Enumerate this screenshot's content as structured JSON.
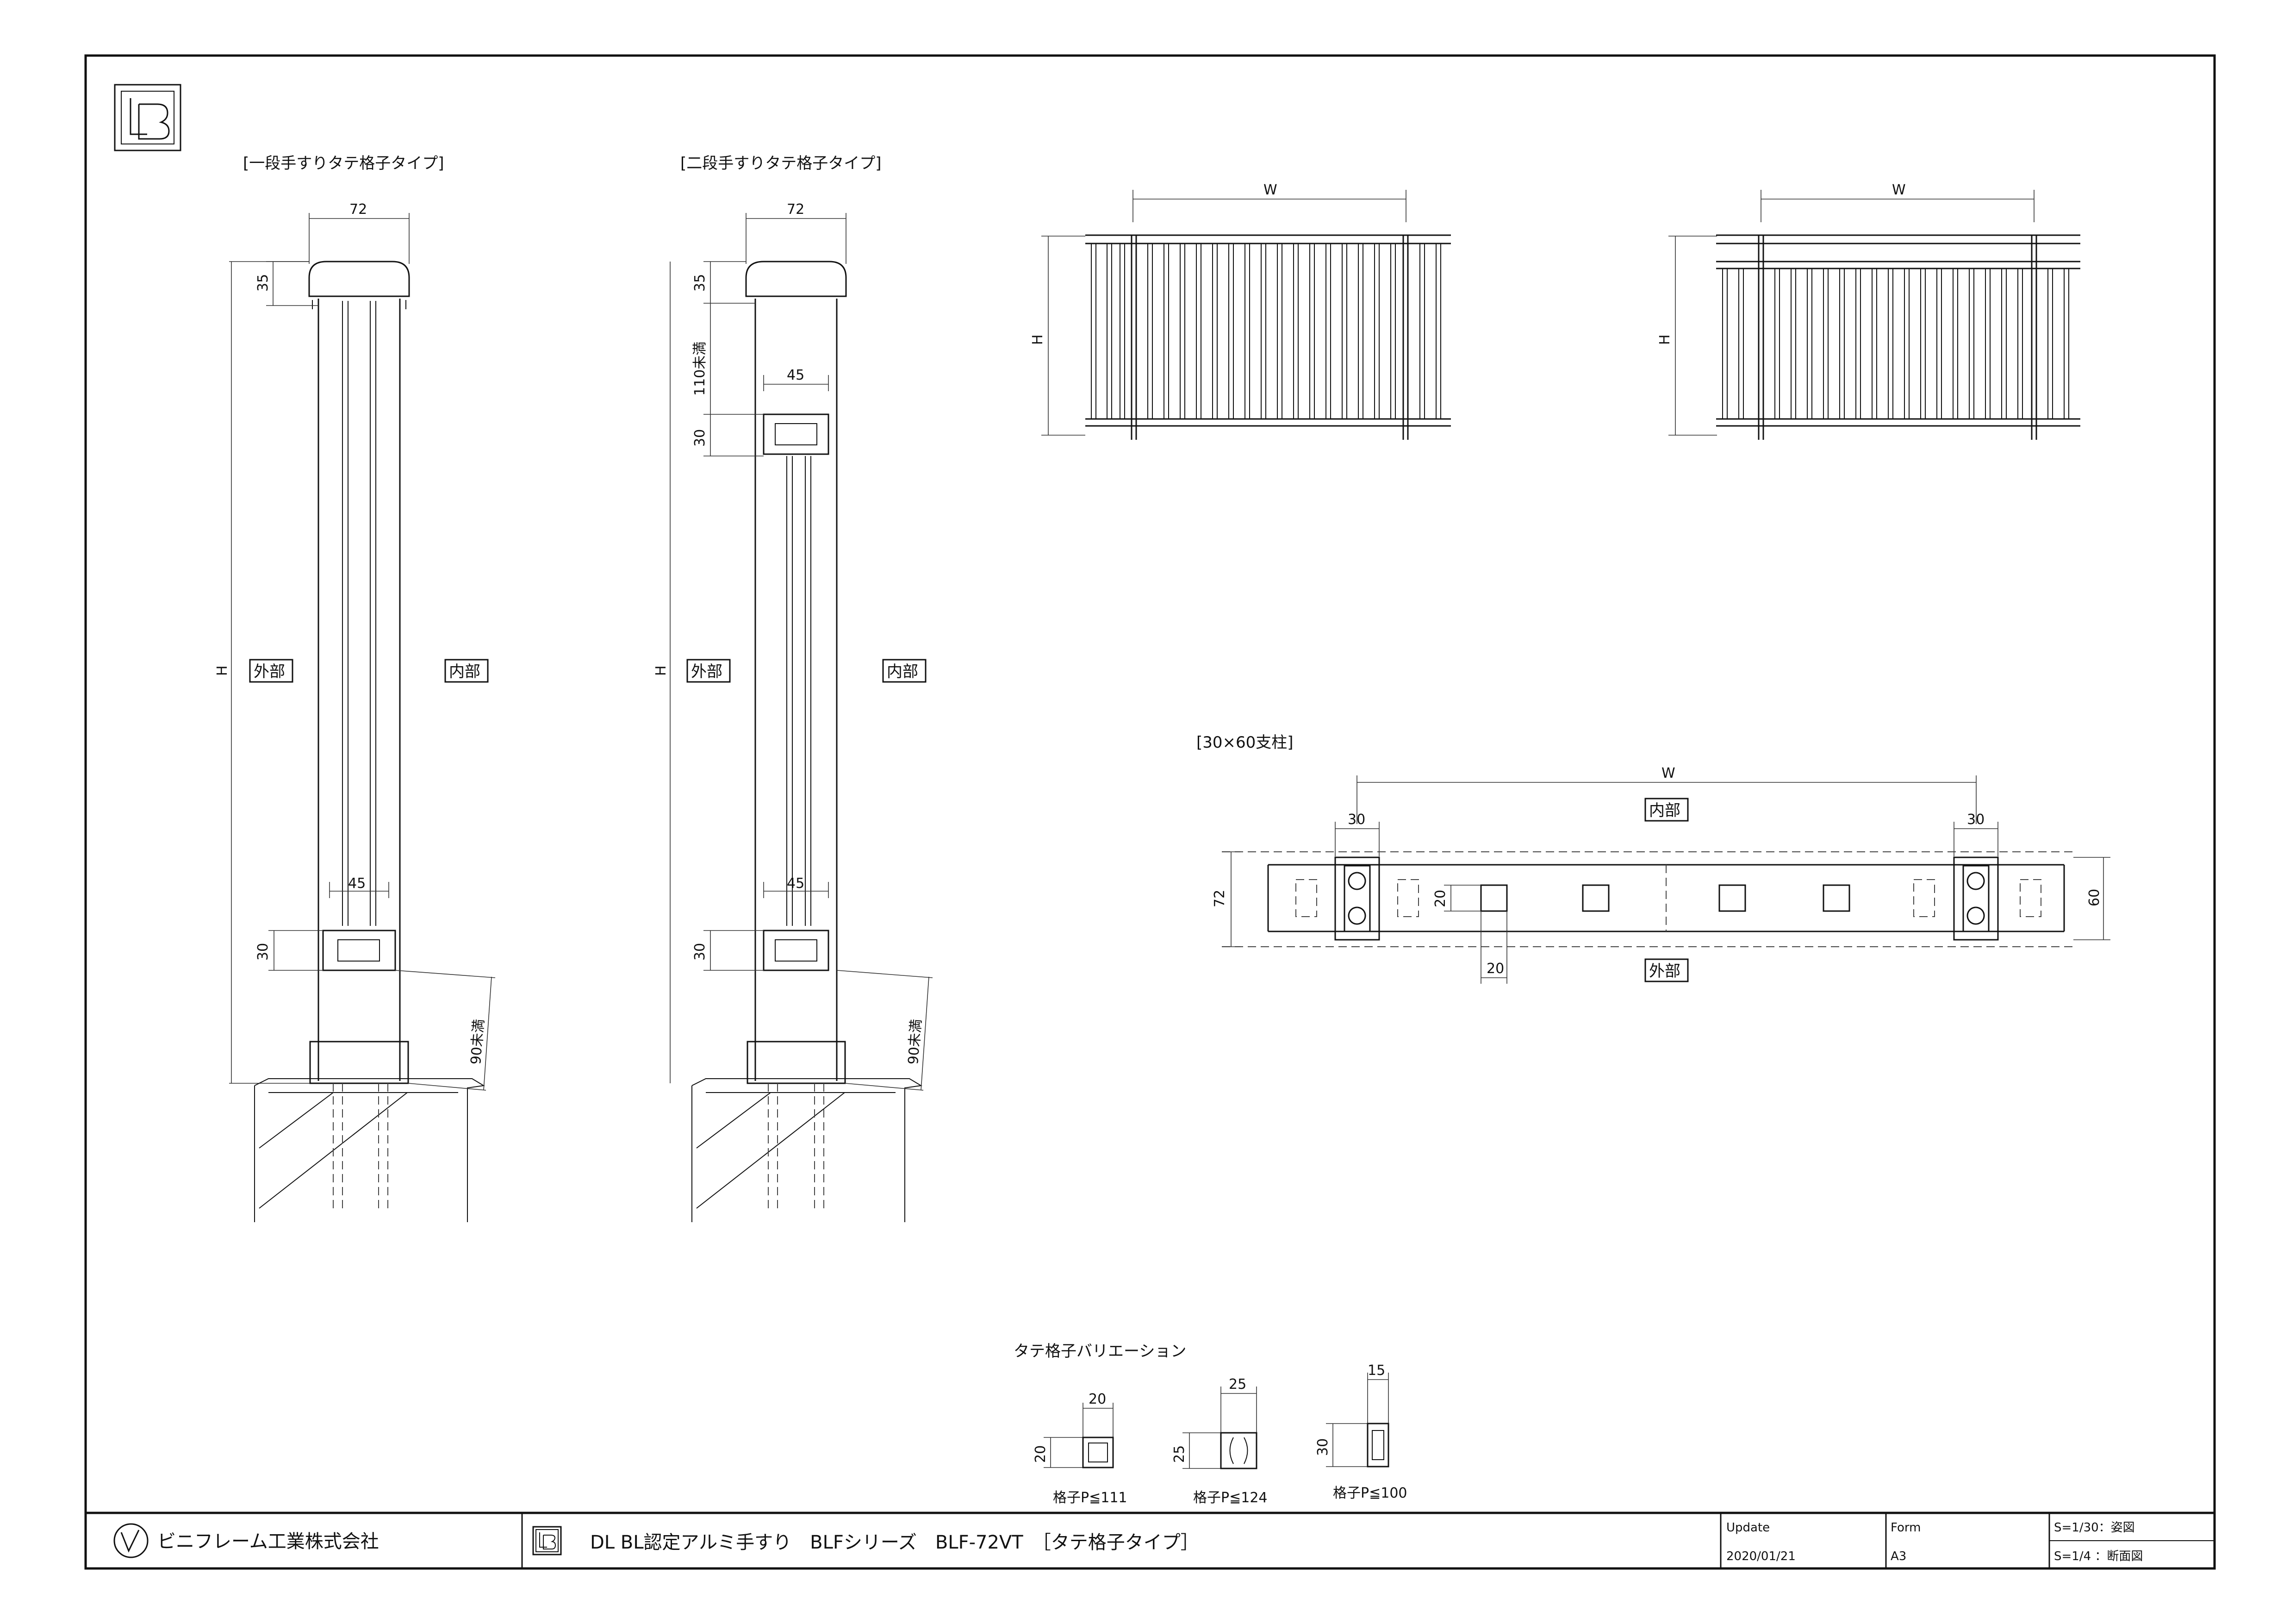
{
  "views": {
    "single": {
      "title": "[一段手すりタテ格子タイプ]",
      "top_width": "72",
      "cap_height": "35",
      "height": "H",
      "rail_width": "45",
      "rail_height": "30",
      "anchor": "90未満",
      "outer": "外部",
      "inner": "内部"
    },
    "double": {
      "title": "[二段手すりタテ格子タイプ]",
      "top_width": "72",
      "cap_height": "35",
      "gap": "110未満",
      "rail_width": "45",
      "rail_height": "30",
      "height": "H",
      "bottom_rail_width": "45",
      "bottom_rail_height": "30",
      "anchor": "90未満",
      "outer": "外部",
      "inner": "内部"
    },
    "elev1": {
      "width": "W",
      "height": "H"
    },
    "elev2": {
      "width": "W",
      "height": "H"
    },
    "plan": {
      "title": "[30×60支柱]",
      "width": "W",
      "post_left": "30",
      "post_right": "30",
      "inner": "内部",
      "outer": "外部",
      "depth": "72",
      "post_depth": "60",
      "baluster_h": "20",
      "baluster_w": "20"
    }
  },
  "variations": {
    "title": "タテ格子バリエーション",
    "items": [
      {
        "w": "20",
        "h": "20",
        "pitch": "格子P≦111"
      },
      {
        "w": "25",
        "h": "25",
        "pitch": "格子P≦124"
      },
      {
        "w": "15",
        "h": "30",
        "pitch": "格子P≦100"
      }
    ]
  },
  "title_block": {
    "company": "ビニフレーム工業株式会社",
    "product": "DL BL認定アルミ手すり　BLFシリーズ　BLF-72VT　［タテ格子タイプ］",
    "update_label": "Update",
    "update_value": "2020/01/21",
    "form_label": "Form",
    "form_value": "A3",
    "scale1": "S=1/30：姿図",
    "scale2": "S=1/4 ：断面図"
  }
}
